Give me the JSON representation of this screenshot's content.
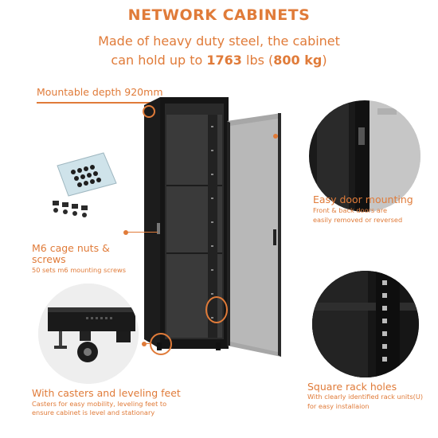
{
  "header": {
    "title": "NETWORK CABINETS",
    "subtitle_line1": "Made of heavy duty steel, the cabinet",
    "subtitle_line2_prefix": "can hold up to ",
    "subtitle_weight_lbs": "1763",
    "subtitle_line2_mid": " lbs (",
    "subtitle_weight_kg": "800 kg",
    "subtitle_line2_suffix": ")"
  },
  "depth": {
    "label_prefix": "Mountable depth ",
    "value": "920",
    "unit": "mm"
  },
  "features": {
    "cage_nuts": {
      "title_line1": "M6 cage nuts &",
      "title_line2": "screws",
      "detail": "50 sets m6 mounting screws"
    },
    "door": {
      "title": "Easy door mounting",
      "detail_line1": "Front & back doors are",
      "detail_line2": "easily removed or reversed"
    },
    "casters": {
      "title": "With casters and leveling feet",
      "detail_line1": "Casters for easy mobility, leveling feet to",
      "detail_line2": "ensure cabinet is level and stationary"
    },
    "rack_holes": {
      "title": "Square rack holes",
      "detail_line1": "With clearly identified rack units(U)",
      "detail_line2": "for easy installaion"
    }
  },
  "colors": {
    "accent": "#e07b39",
    "cabinet": "#1a1a1a",
    "door_glass": "#a9a9a9"
  }
}
